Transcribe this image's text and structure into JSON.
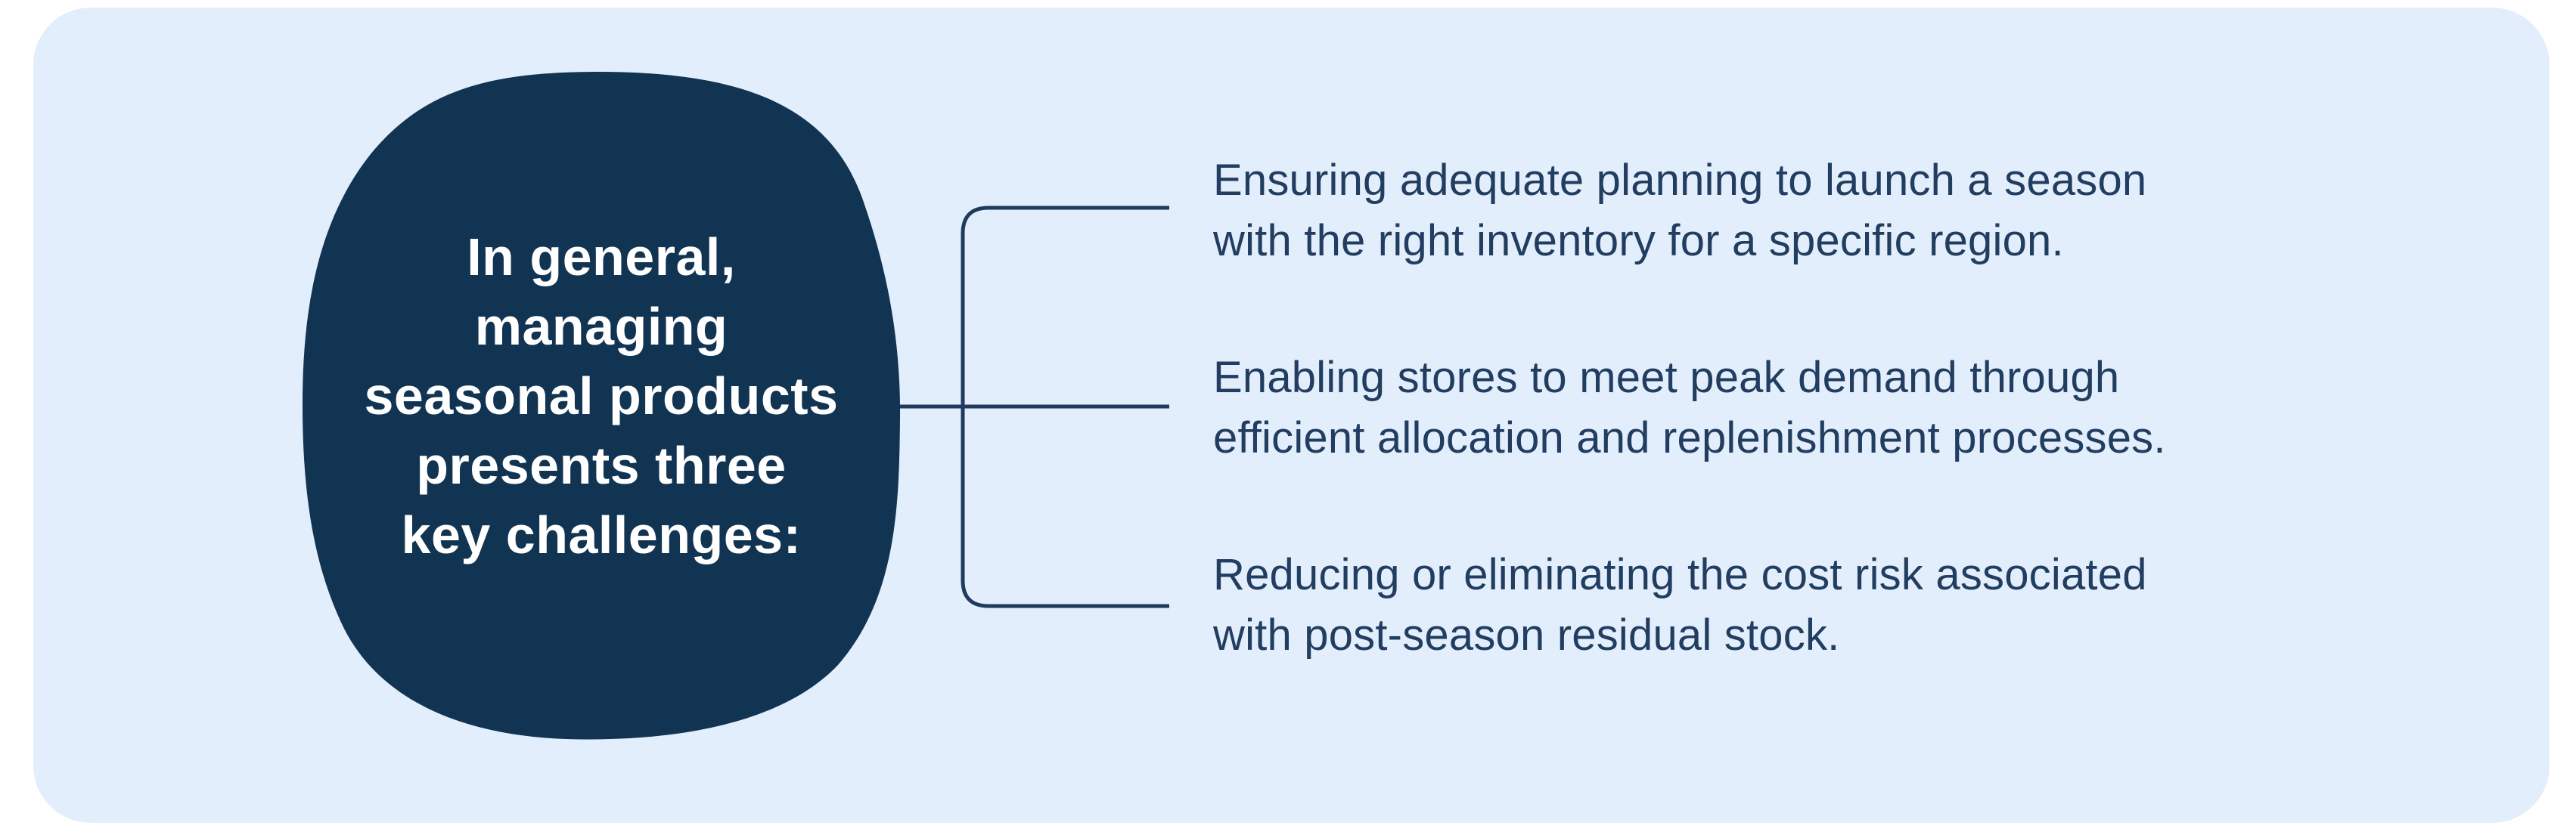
{
  "colors": {
    "page_bg": "#FFFFFF",
    "card_bg": "#E3EEFC",
    "blob_fill": "#123453",
    "blob_text": "#FFFFFF",
    "body_text": "#213D60",
    "connector": "#1E3A5C"
  },
  "blob": {
    "text": "In general, managing seasonal products presents three key challenges:",
    "lines": [
      "In general,",
      "managing",
      "seasonal products",
      "presents three",
      "key challenges:"
    ]
  },
  "items": [
    {
      "text": "Ensuring adequate planning to launch a season with the right inventory for a specific region.",
      "lines": [
        "Ensuring adequate planning to launch a season",
        "with the right inventory for a specific region."
      ]
    },
    {
      "text": "Enabling stores to meet peak demand through efficient allocation and replenishment processes.",
      "lines": [
        "Enabling stores to meet peak demand through",
        "efficient allocation and replenishment processes."
      ]
    },
    {
      "text": "Reducing or eliminating the cost risk associated with post-season residual stock.",
      "lines": [
        "Reducing or eliminating the cost risk associated",
        "with post-season residual stock."
      ]
    }
  ]
}
